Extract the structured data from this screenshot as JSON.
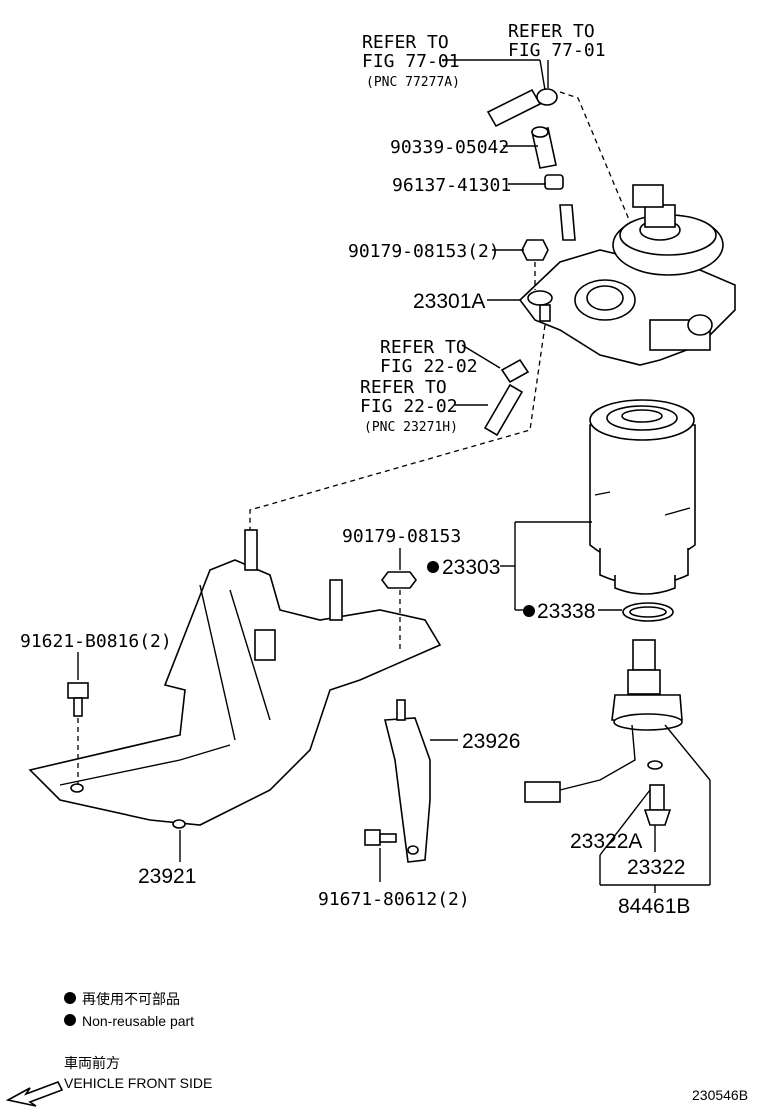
{
  "refs": {
    "r1_line1": "REFER TO",
    "r1_line2": "FIG 77-01",
    "r1_pnc": "(PNC 77277A)",
    "r2_line1": "REFER TO",
    "r2_line2": "FIG 77-01",
    "r3_line1": "REFER TO",
    "r3_line2": "FIG 22-02",
    "r4_line1": "REFER TO",
    "r4_line2": "FIG 22-02",
    "r4_pnc": "(PNC 23271H)"
  },
  "parts": {
    "p1": "90339-05042",
    "p2": "96137-41301",
    "p3": "90179-08153(2)",
    "p4": "23301A",
    "p5": "90179-08153",
    "p6": "23303",
    "p7": "23338",
    "p8": "91621-B0816(2)",
    "p9": "23926",
    "p10": "23921",
    "p11": "91671-80612(2)",
    "p12": "23322A",
    "p13": "23322",
    "p14": "84461B"
  },
  "legend": {
    "jp": "再使用不可部品",
    "en": "Non-reusable part"
  },
  "direction": {
    "jp": "車両前方",
    "en": "VEHICLE FRONT SIDE"
  },
  "figure_id": "230546B"
}
